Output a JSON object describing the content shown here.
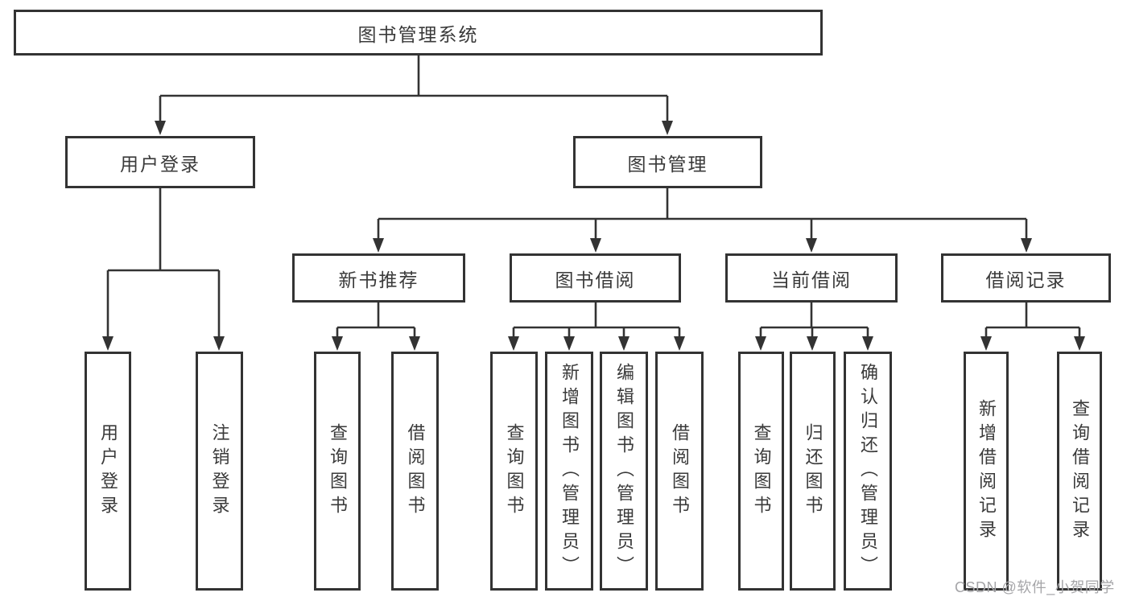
{
  "tree": {
    "label": "图书管理系统",
    "children": [
      {
        "label": "用户登录",
        "children": [
          {
            "label": "用户登录"
          },
          {
            "label": "注销登录"
          }
        ]
      },
      {
        "label": "图书管理",
        "children": [
          {
            "label": "新书推荐",
            "children": [
              {
                "label": "查询图书"
              },
              {
                "label": "借阅图书"
              }
            ]
          },
          {
            "label": "图书借阅",
            "children": [
              {
                "label": "查询图书"
              },
              {
                "label": "新增图书（管理员）"
              },
              {
                "label": "编辑图书（管理员）"
              },
              {
                "label": "借阅图书"
              }
            ]
          },
          {
            "label": "当前借阅",
            "children": [
              {
                "label": "查询图书"
              },
              {
                "label": "归还图书"
              },
              {
                "label": "确认归还（管理员）"
              }
            ]
          },
          {
            "label": "借阅记录",
            "children": [
              {
                "label": "新增借阅记录"
              },
              {
                "label": "查询借阅记录"
              }
            ]
          }
        ]
      }
    ]
  },
  "watermark": "CSDN @软件_小贺同学",
  "colors": {
    "line": "#333333",
    "text": "#3a3a3a",
    "watermark": "#a5a5a8",
    "background": "#ffffff"
  }
}
